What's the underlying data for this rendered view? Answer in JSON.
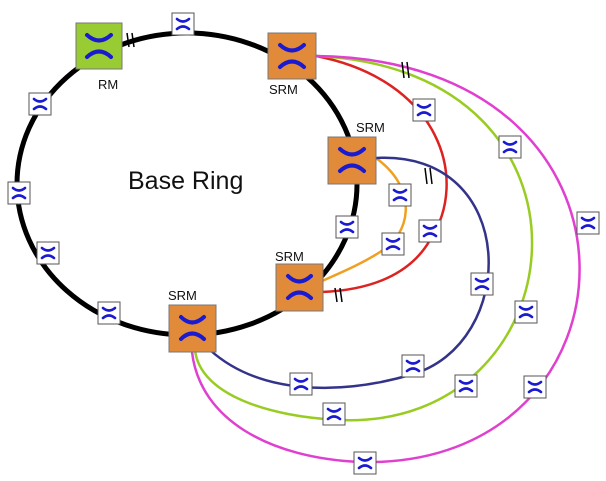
{
  "ring": {
    "label": "Base Ring"
  },
  "nodes": {
    "rm": {
      "label": "RM",
      "fill": "#99cc33"
    },
    "srm_top": {
      "label": "SRM",
      "fill": "#e08a3a"
    },
    "srm_mid": {
      "label": "SRM",
      "fill": "#e08a3a"
    },
    "srm_low": {
      "label": "SRM",
      "fill": "#e08a3a"
    },
    "srm_bottom": {
      "label": "SRM",
      "fill": "#e08a3a"
    }
  },
  "ring_colors": {
    "base": "#000000",
    "red": "#dd2222",
    "orange": "#f0a020",
    "blue": "#33338a",
    "green": "#99cc22",
    "magenta": "#e040d0"
  },
  "node_glyph_color": "#1a1ad0",
  "icons": {
    "cross_connect": "x-switch-icon",
    "small_node": "x-box-icon"
  }
}
